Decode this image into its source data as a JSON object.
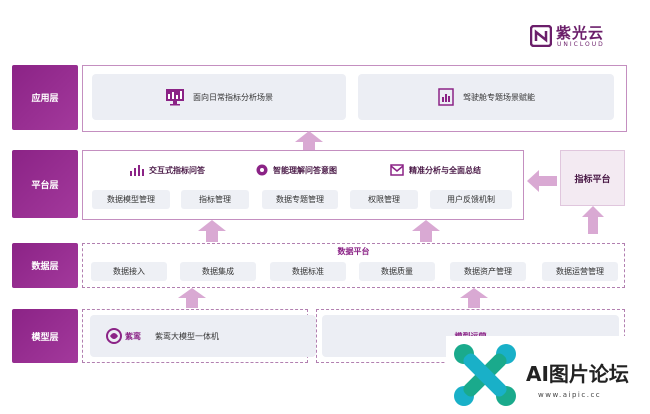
{
  "brand": {
    "cn": "紫光云",
    "en": "UNICLOUD"
  },
  "layers": {
    "app": "应用层",
    "platform": "平台层",
    "data": "数据层",
    "model": "模型层"
  },
  "app": {
    "item1": "面向日常指标分析场景",
    "item2": "驾驶舱专题场景赋能"
  },
  "platform": {
    "heads": [
      "交互式指标问答",
      "智能理解问答意图",
      "精准分析与全面总结"
    ],
    "chips": [
      "数据模型管理",
      "指标管理",
      "数据专题管理",
      "权限管理",
      "用户反馈机制"
    ],
    "side": "指标平台"
  },
  "data": {
    "title": "数据平台",
    "chips": [
      "数据接入",
      "数据集成",
      "数据标准",
      "数据质量",
      "数据资产管理",
      "数据运营管理"
    ]
  },
  "model": {
    "item1_logo": "紫鸾",
    "item1": "紫鸾大模型一体机",
    "item2": "模型运营"
  },
  "watermark": {
    "title": "AI图片论坛",
    "url": "www.aipic.cc"
  },
  "colors": {
    "accent": "#8b2386",
    "arrow": "#d9a9d3",
    "border": "#c48fc0"
  }
}
